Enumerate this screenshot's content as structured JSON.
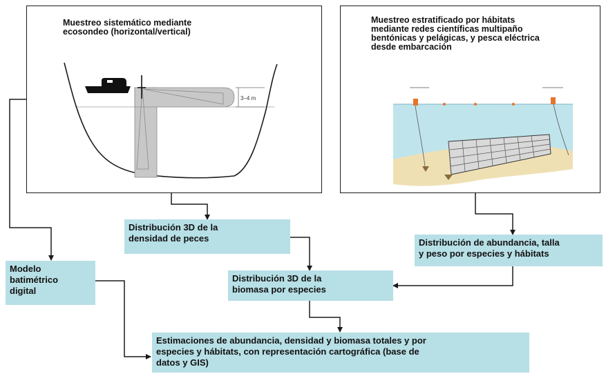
{
  "panels": {
    "echo": {
      "title": "Muestreo sistemático mediante\necosondeo (horizontal/vertical)",
      "depth_label": "3–4 m"
    },
    "nets": {
      "title": "Muestreo estratificado por hábitats\nmediante redes científicas multipaño\nbentónicas y pelágicas, y pesca eléctrica\ndesde embarcación"
    }
  },
  "boxes": {
    "fish_density": "Distribución 3D de la\ndensidad de peces",
    "abundance": "Distribución de abundancia, talla\ny peso por especies y hábitats",
    "bathymetric": "Modelo\nbatimétrico\ndigital",
    "biomass": "Distribución 3D de la\nbiomasa por especies",
    "estimates": "Estimaciones de abundancia, densidad y biomasa totales y por\nespecies y hábitats, con representación cartográfica (base de\ndatos y GIS)"
  },
  "colors": {
    "box_fill": "#b7dfe6",
    "line": "#1a1a1a",
    "beam": "#c8c8c8",
    "water": "#bfe4ec",
    "sand": "#efe0b4",
    "float": "#e8742a"
  }
}
